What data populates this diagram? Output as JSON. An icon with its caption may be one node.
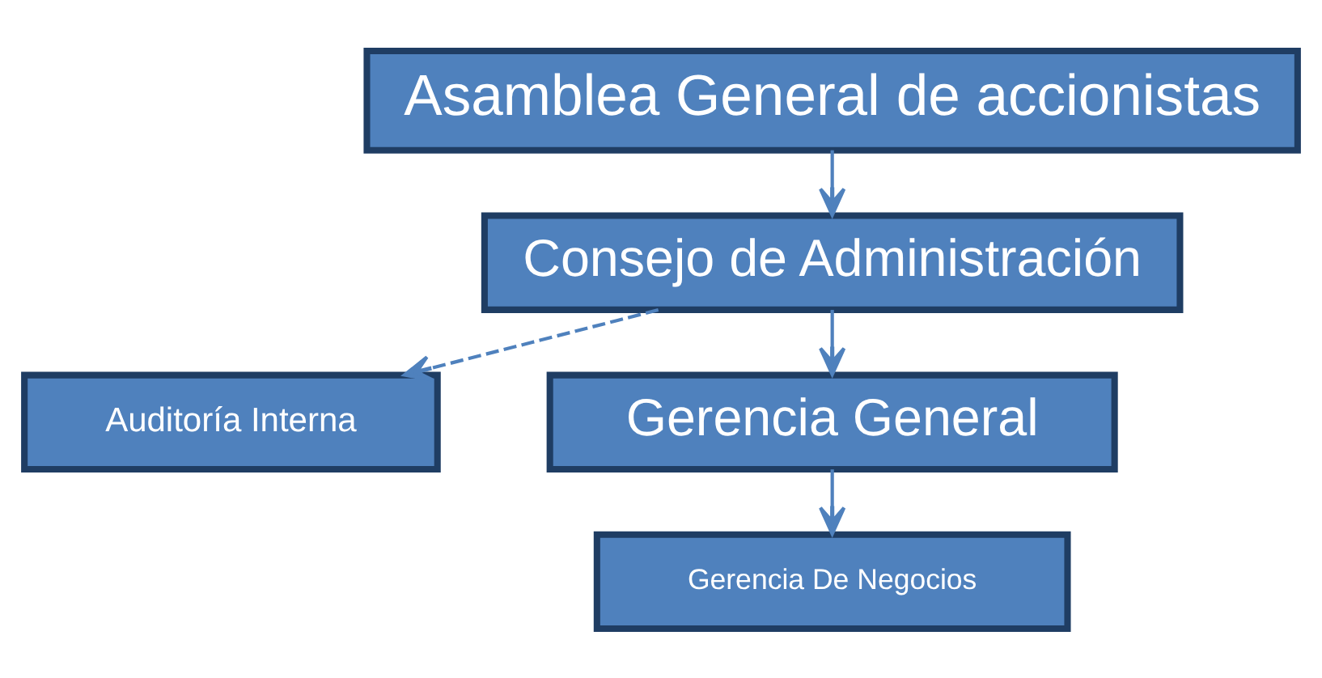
{
  "diagram": {
    "nodes": [
      {
        "text": [
          "Asamblea General de accionistas"
        ]
      },
      {
        "text": [
          "Consejo de Administración"
        ]
      },
      {
        "text": [
          "Auditoría Interna"
        ]
      },
      {
        "text": [
          "Gerencia General"
        ]
      },
      {
        "text": [
          "Gerencia De Negocios"
        ]
      }
    ],
    "edges": [
      {
        "from": 0,
        "to": 1,
        "arrow": "to"
      },
      {
        "from": 1,
        "to": 3,
        "arrow": "to"
      },
      {
        "from": 1,
        "to": 2,
        "arrow": "to",
        "style": "dashed"
      },
      {
        "from": 3,
        "to": 4,
        "arrow": "to"
      }
    ]
  }
}
